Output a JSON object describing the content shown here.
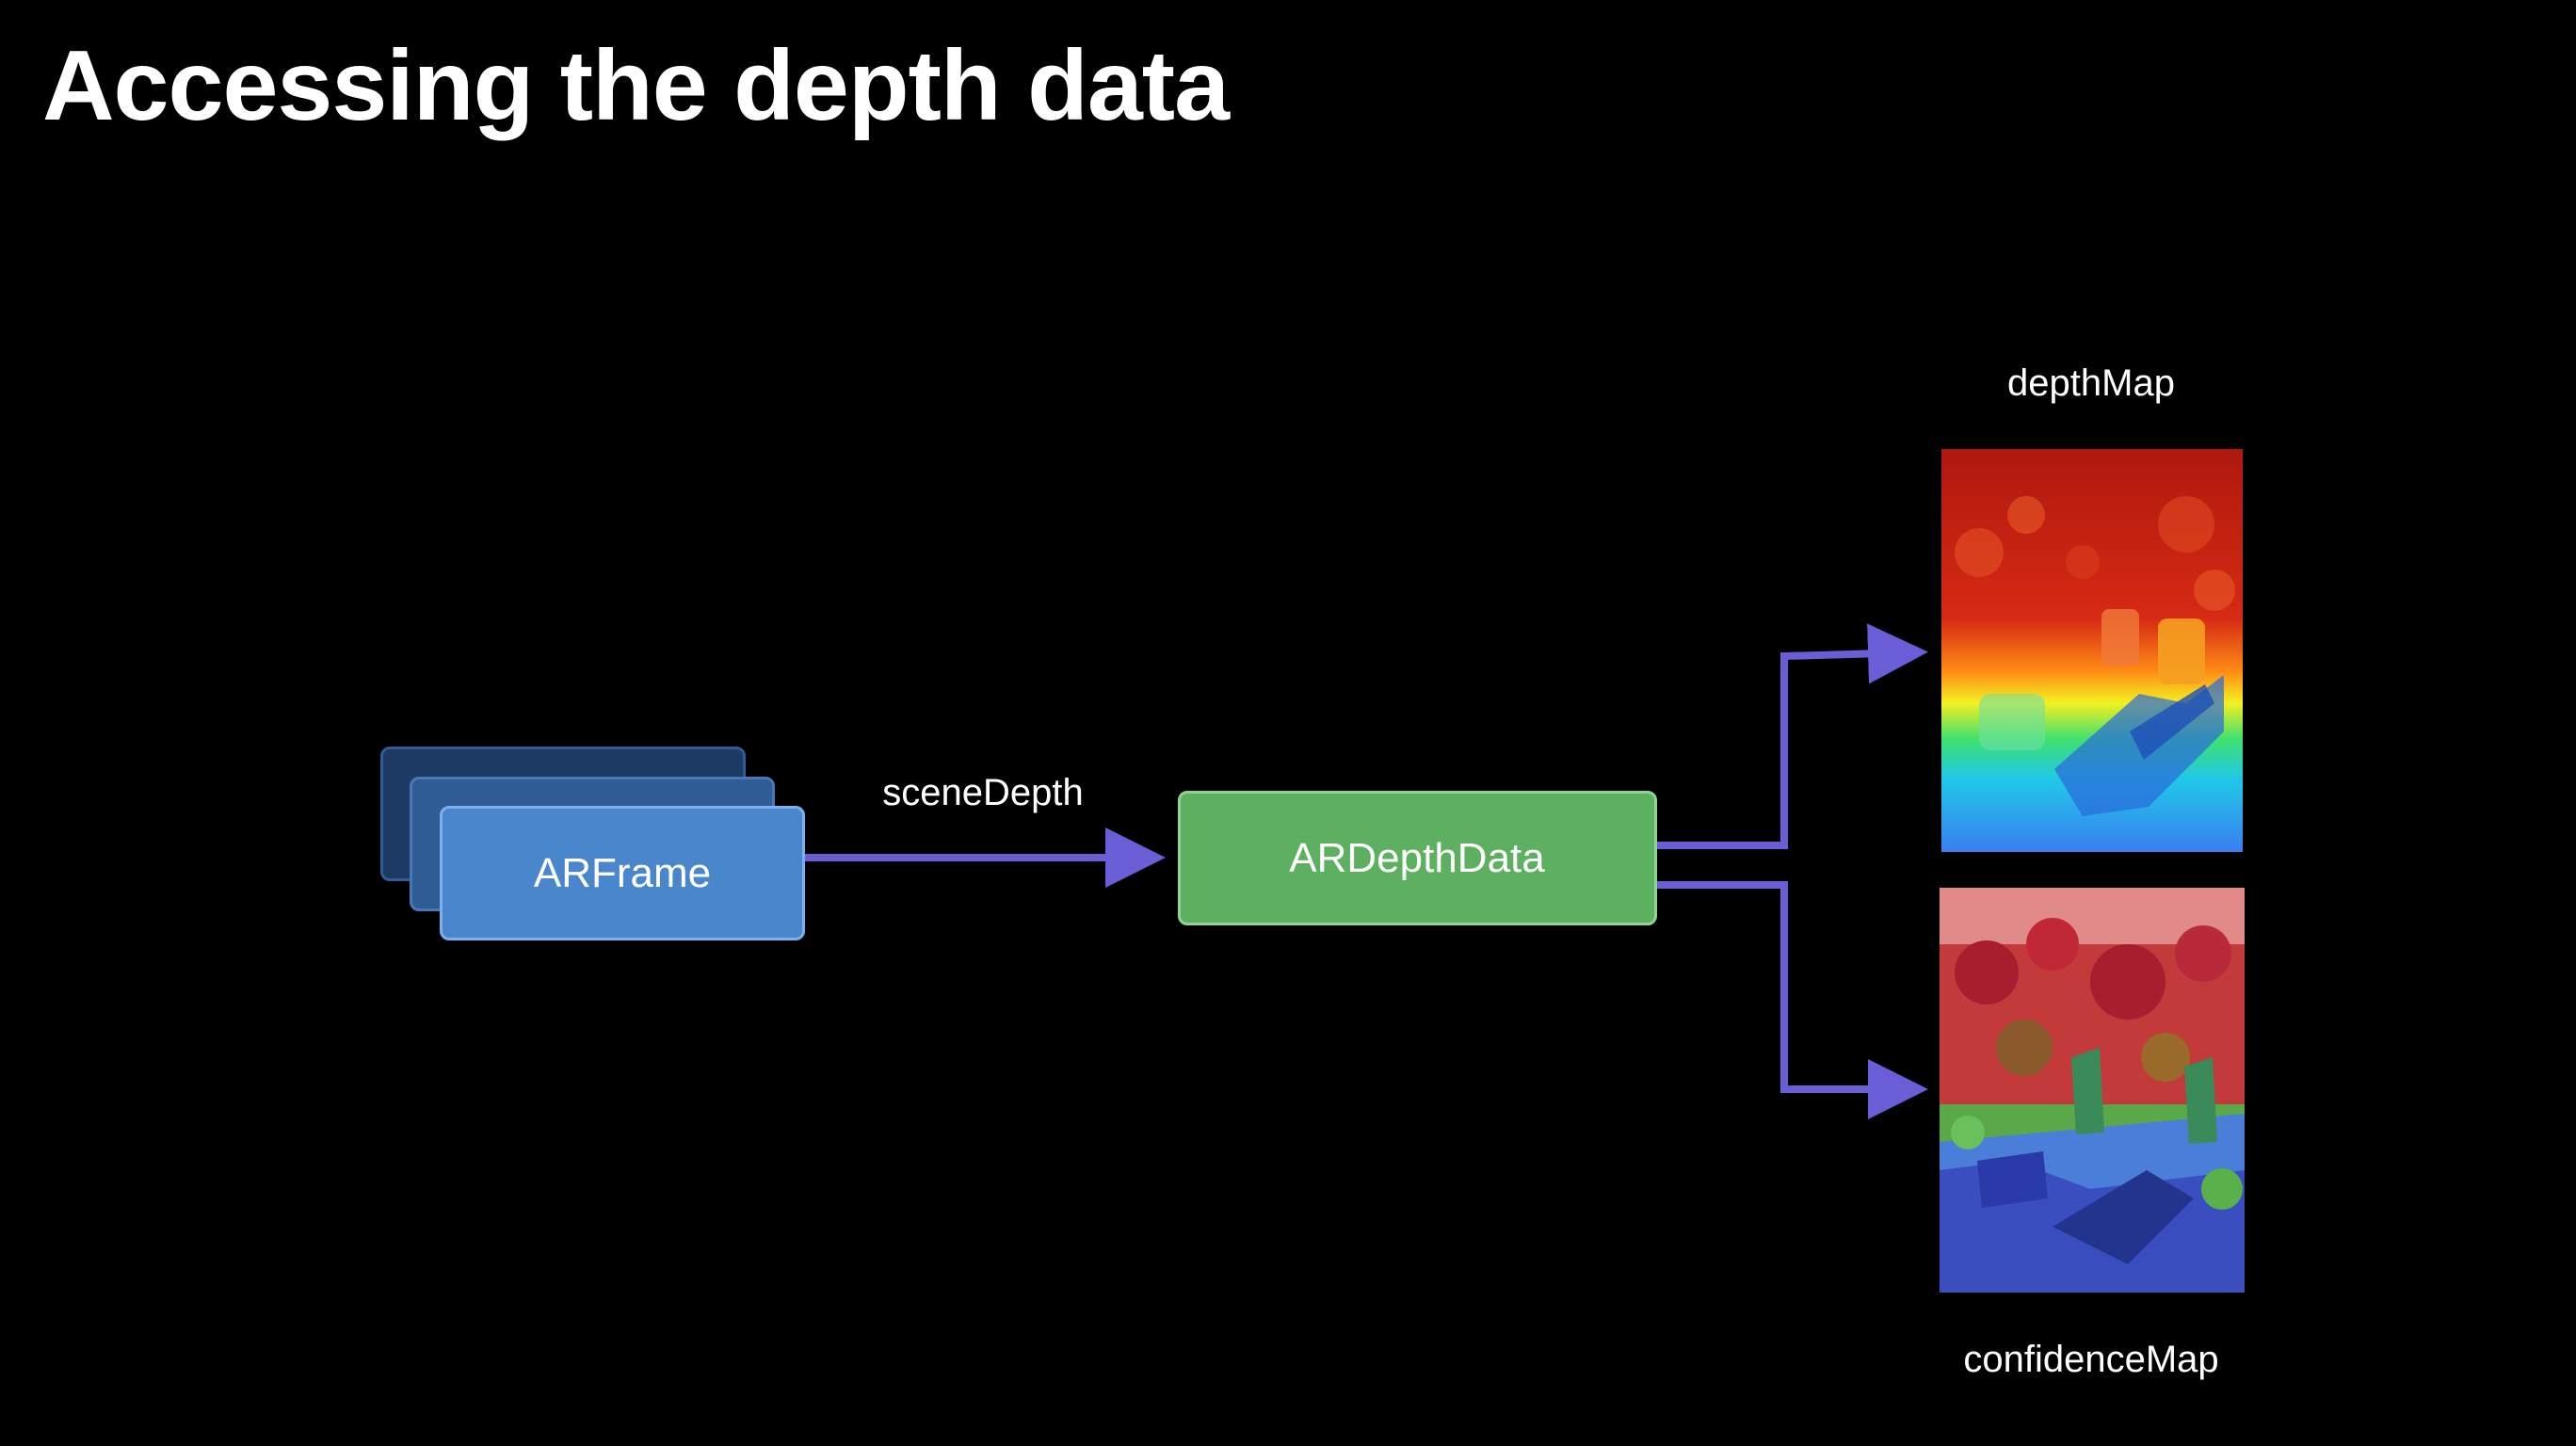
{
  "title": "Accessing the depth data",
  "nodes": {
    "arframe": {
      "label": "ARFrame",
      "color": "#4a86cc",
      "border": "#7ab0ee",
      "stack_color": "#2f5c94"
    },
    "ardepthdata": {
      "label": "ARDepthData",
      "color": "#5eb061",
      "border": "#8fd392"
    }
  },
  "edges": {
    "scene_depth": {
      "label": "sceneDepth"
    }
  },
  "outputs": {
    "depth_map": {
      "label": "depthMap"
    },
    "confidence_map": {
      "label": "confidenceMap"
    }
  },
  "colors": {
    "background": "#000000",
    "arrow": "#6a5ed6"
  }
}
